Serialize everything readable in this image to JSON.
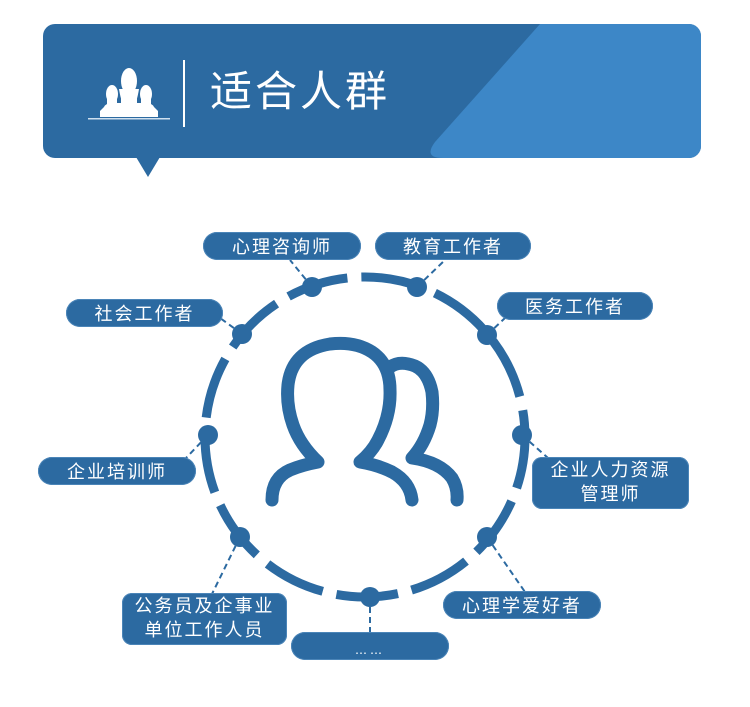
{
  "header": {
    "title": "适合人群",
    "icon": "group-people-icon",
    "colors": {
      "primary": "#2c6aa1",
      "accent_panel": "#3d87c7",
      "text": "#ffffff"
    }
  },
  "diagram": {
    "center_icon": "two-people-outline-icon",
    "ring_color": "#2c6aa1",
    "audiences": [
      {
        "id": "counselor",
        "label": "心理咨询师"
      },
      {
        "id": "educator",
        "label": "教育工作者"
      },
      {
        "id": "social-worker",
        "label": "社会工作者"
      },
      {
        "id": "medical-worker",
        "label": "医务工作者"
      },
      {
        "id": "corporate-trainer",
        "label": "企业培训师"
      },
      {
        "id": "hr-manager",
        "label_line1": "企业人力资源",
        "label_line2": "管理师"
      },
      {
        "id": "civil-servant",
        "label_line1": "公务员及企事业",
        "label_line2": "单位工作人员"
      },
      {
        "id": "psychology-enthusiast",
        "label": "心理学爱好者"
      },
      {
        "id": "more",
        "label": "……"
      }
    ]
  }
}
